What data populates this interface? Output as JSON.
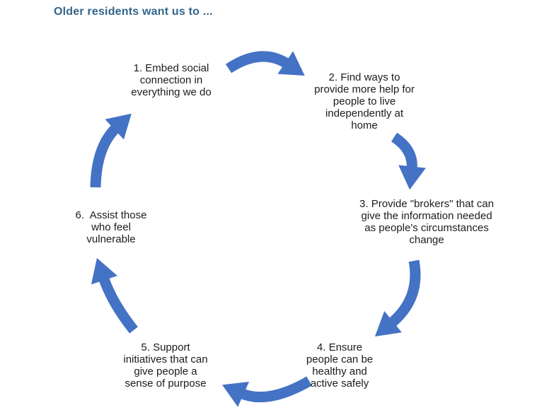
{
  "title": "Older residents want us to ...",
  "colors": {
    "title": "#33658A",
    "arrow": "#4472C4",
    "text": "#1c1c1c",
    "background": "#ffffff"
  },
  "cycle": {
    "nodes": [
      {
        "id": 1,
        "label": "1. Embed social\nconnection in\neverything we do"
      },
      {
        "id": 2,
        "label": "2. Find ways to\nprovide more help for\npeople to live\nindependently at\nhome"
      },
      {
        "id": 3,
        "label": "3. Provide \"brokers\" that can\ngive the information needed\nas people's circumstances\nchange"
      },
      {
        "id": 4,
        "label": "4. Ensure\npeople can be\nhealthy and\nactive safely"
      },
      {
        "id": 5,
        "label": "5. Support\ninitiatives that can\ngive people a\nsense of purpose"
      },
      {
        "id": 6,
        "label": "6.  Assist those\nwho feel\nvulnerable"
      }
    ],
    "arrows": [
      "arrow-1-to-2",
      "arrow-2-to-3",
      "arrow-3-to-4",
      "arrow-4-to-5",
      "arrow-5-to-6",
      "arrow-6-to-1"
    ]
  }
}
